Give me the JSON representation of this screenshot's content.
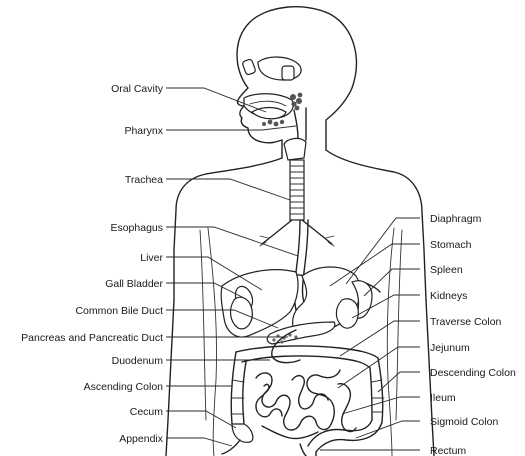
{
  "labels_left": [
    {
      "key": "oral_cavity",
      "text": "Oral Cavity"
    },
    {
      "key": "pharynx",
      "text": "Pharynx"
    },
    {
      "key": "trachea",
      "text": "Trachea"
    },
    {
      "key": "esophagus",
      "text": "Esophagus"
    },
    {
      "key": "liver",
      "text": "Liver"
    },
    {
      "key": "gall_bladder",
      "text": "Gall Bladder"
    },
    {
      "key": "common_bile_duct",
      "text": "Common Bile Duct"
    },
    {
      "key": "pancreas",
      "text": "Pancreas and Pancreatic Duct"
    },
    {
      "key": "duodenum",
      "text": "Duodenum"
    },
    {
      "key": "ascending_colon",
      "text": "Ascending Colon"
    },
    {
      "key": "cecum",
      "text": "Cecum"
    },
    {
      "key": "appendix",
      "text": "Appendix"
    }
  ],
  "labels_right": [
    {
      "key": "diaphragm",
      "text": "Diaphragm"
    },
    {
      "key": "stomach",
      "text": "Stomach"
    },
    {
      "key": "spleen",
      "text": "Spleen"
    },
    {
      "key": "kidneys",
      "text": "Kidneys"
    },
    {
      "key": "traverse_colon",
      "text": "Traverse Colon"
    },
    {
      "key": "jejunum",
      "text": "Jejunum"
    },
    {
      "key": "descending_colon",
      "text": "Descending Colon"
    },
    {
      "key": "ileum",
      "text": "Ileum"
    },
    {
      "key": "sigmoid_colon",
      "text": "Sigmoid Colon"
    },
    {
      "key": "rectum",
      "text": "Rectum"
    }
  ]
}
